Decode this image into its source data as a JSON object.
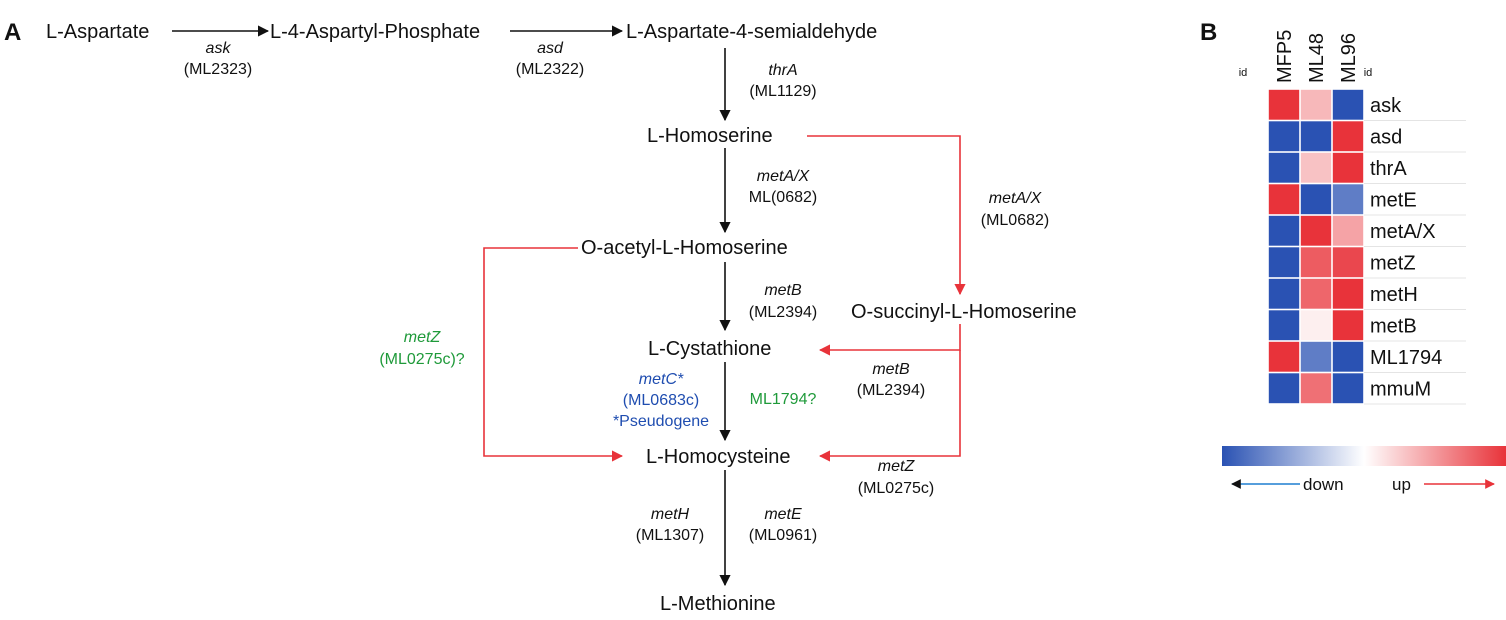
{
  "panels": {
    "a": "A",
    "b": "B"
  },
  "nodes": {
    "aspartate": "L-Aspartate",
    "aspartyl_phosphate": "L-4-Aspartyl-Phosphate",
    "semialdehyde": "L-Aspartate-4-semialdehyde",
    "homoserine": "L-Homoserine",
    "o_acetyl": "O-acetyl-L-Homoserine",
    "o_succinyl": "O-succinyl-L-Homoserine",
    "cystathione": "L-Cystathione",
    "homocysteine": "L-Homocysteine",
    "methionine": "L-Methionine"
  },
  "genes": {
    "ask": {
      "name": "ask",
      "id": "(ML2323)"
    },
    "asd": {
      "name": "asd",
      "id": "(ML2322)"
    },
    "thrA": {
      "name": "thrA",
      "id": "(ML1129)"
    },
    "metAX_main": {
      "name": "metA/X",
      "id": "ML(0682)"
    },
    "metAX_side": {
      "name": "metA/X",
      "id": "(ML0682)"
    },
    "metB_main": {
      "name": "metB",
      "id": "(ML2394)"
    },
    "metB_side": {
      "name": "metB",
      "id": "(ML2394)"
    },
    "metZ_left": {
      "name": "metZ",
      "id": "(ML0275c)?"
    },
    "metZ_right": {
      "name": "metZ",
      "id": "(ML0275c)"
    },
    "metC": {
      "name": "metC*",
      "id": "(ML0683c)",
      "note": "*Pseudogene"
    },
    "ml1794": "ML1794?",
    "metH": {
      "name": "metH",
      "id": "(ML1307)"
    },
    "metE": {
      "name": "metE",
      "id": "(ML0961)"
    }
  },
  "colors": {
    "black_arrow": "#111111",
    "red_arrow": "#e8333a",
    "green_text": "#1f9a3a",
    "blue_text": "#1f4db0",
    "heat_down": "#2a52b3",
    "heat_mid": "#ffffff",
    "heat_up": "#e8333a"
  },
  "heatmap": {
    "id_left": "id",
    "id_right": "id",
    "columns": [
      "MFP5",
      "ML48",
      "ML96"
    ],
    "rows": [
      "ask",
      "asd",
      "thrA",
      "metE",
      "metA/X",
      "metZ",
      "metH",
      "metB",
      "ML1794",
      "mmuM"
    ],
    "values": [
      [
        1.0,
        0.35,
        -1.0
      ],
      [
        -1.0,
        -1.0,
        1.0
      ],
      [
        -1.0,
        0.3,
        1.0
      ],
      [
        1.0,
        -1.0,
        -0.75
      ],
      [
        -1.0,
        1.0,
        0.45
      ],
      [
        -1.0,
        0.8,
        0.9
      ],
      [
        -1.0,
        0.75,
        1.0
      ],
      [
        -1.0,
        0.08,
        1.0
      ],
      [
        1.0,
        -0.75,
        -1.0
      ],
      [
        -1.0,
        0.7,
        -1.0
      ]
    ],
    "legend": {
      "down": "down",
      "up": "up"
    }
  }
}
